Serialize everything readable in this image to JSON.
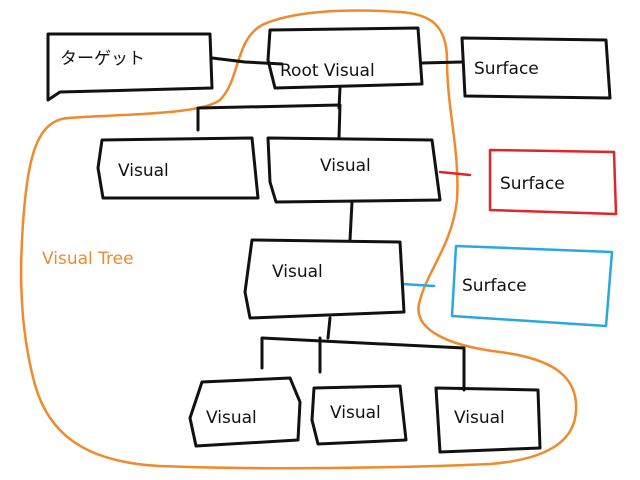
{
  "colors": {
    "ink": "#111111",
    "orange": "#F08A2C",
    "red": "#E0252B",
    "blue": "#29A8DF",
    "background": "#ffffff"
  },
  "tree_label": "Visual Tree",
  "nodes": {
    "target": "ターゲット",
    "root": "Root Visual",
    "surface_black": "Surface",
    "visual_left": "Visual",
    "visual_mid": "Visual",
    "surface_red": "Surface",
    "visual_center": "Visual",
    "surface_blue": "Surface",
    "visual_bottom_left": "Visual",
    "visual_bottom_mid": "Visual",
    "visual_bottom_right": "Visual"
  }
}
